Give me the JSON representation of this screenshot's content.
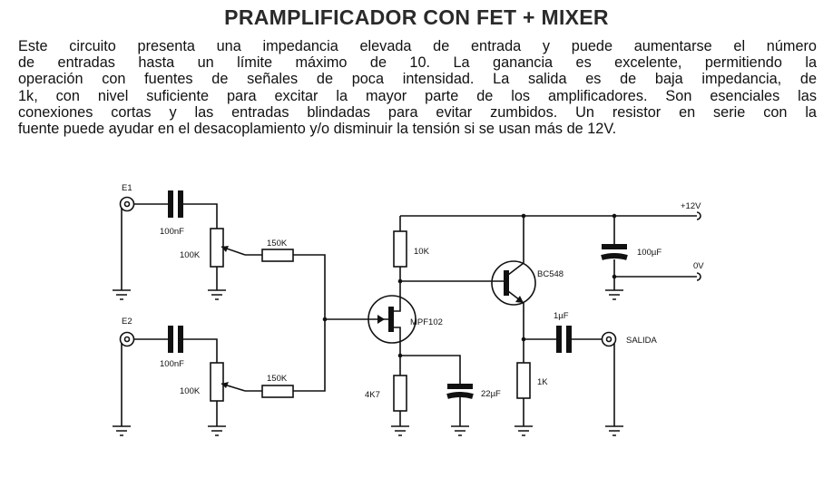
{
  "title": "PRAMPLIFICADOR CON FET + MIXER",
  "description_lines": [
    "Este circuito presenta una impedancia elevada de entrada y puede aumentarse el número",
    "de entradas hasta un límite máximo de 10. La ganancia es excelente, permitiendo la",
    "operación con fuentes de señales de poca intensidad. La salida es de baja impedancia, de",
    "1k, con nivel suficiente para excitar la mayor parte de los amplificadores. Son esenciales las",
    "conexiones cortas y las entradas blindadas para evitar zumbidos. Un resistor en serie con la",
    "fuente puede ayudar en el desacoplamiento y/o disminuir la tensión si se usan más de 12V."
  ],
  "schematic": {
    "inputs": {
      "e1": "E1",
      "e2": "E2"
    },
    "components": {
      "cap_in1": "100nF",
      "pot1": "100K",
      "res_mix1": "150K",
      "cap_in2": "100nF",
      "pot2": "100K",
      "res_mix2": "150K",
      "fet": "MPF102",
      "res_drain": "10K",
      "res_source": "4K7",
      "cap_source": "22µF",
      "transistor": "BC548",
      "res_emitter": "1K",
      "cap_out": "1µF",
      "cap_supply": "100µF"
    },
    "supply": {
      "positive": "+12V",
      "ground": "0V"
    },
    "output": "SALIDA"
  }
}
